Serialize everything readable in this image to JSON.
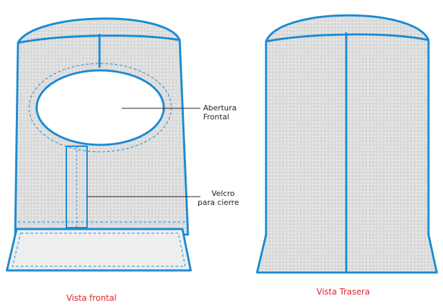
{
  "colors": {
    "outline": "#1a8ad4",
    "fabric": "#d9d9d9",
    "fabric_dots": "#f4f4f4",
    "cuff": "#eeeeee",
    "caption": "#e0242a",
    "leader": "#222222"
  },
  "labels": {
    "opening_line1": "Abertura",
    "opening_line2": "Frontal",
    "velcro_line1": "Velcro",
    "velcro_line2": "para cierre"
  },
  "captions": {
    "front": "Vista frontal",
    "back": "Vista Trasera"
  }
}
